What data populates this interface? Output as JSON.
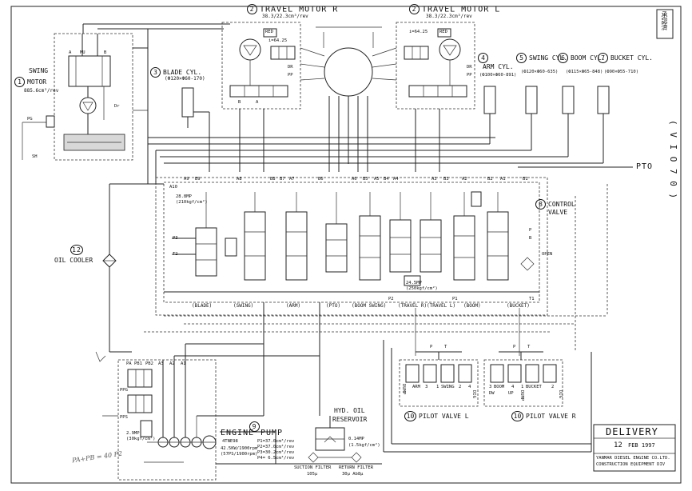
{
  "components": {
    "swing_motor": {
      "num": "1",
      "name_line1": "SWING",
      "name_line2": "MOTOR",
      "spec": "885.6cm³/rev",
      "ports": [
        "A",
        "MU",
        "B",
        "Dr",
        "PG",
        "SH"
      ]
    },
    "travel_motor_r": {
      "num": "2",
      "name": "TRAVEL MOTOR R",
      "spec": "38.3/22.3cm³/rev",
      "ratio": "i=64.25",
      "red": "RED",
      "ports": [
        "DR",
        "PP",
        "B",
        "A"
      ]
    },
    "travel_motor_l": {
      "num": "2",
      "name": "TRAVEL MOTOR L",
      "spec": "38.3/22.3cm³/rev",
      "ratio": "i=64.25",
      "red": "RED",
      "ports": [
        "DR",
        "PP"
      ]
    },
    "blade_cyl": {
      "num": "3",
      "name": "BLADE CYL.",
      "spec": "(Ф120×Ф60-170)"
    },
    "arm_cyl": {
      "num": "4",
      "name": "ARM CYL.",
      "spec": "(Ф100×Ф60-891)"
    },
    "swing_cyl": {
      "num": "5",
      "name": "SWING CYL.",
      "spec": "(Ф120×Ф60-635)"
    },
    "boom_cyl": {
      "num": "6",
      "name": "BOOM CYL.",
      "spec": "(Ф115×Ф65-848)"
    },
    "bucket_cyl": {
      "num": "7",
      "name": "BUCKET CYL.",
      "spec": "(Ф90×Ф55-710)"
    },
    "control_valve": {
      "num": "8",
      "name_line1": "CONTROL",
      "name_line2": "VALVE",
      "pressure_main": "28.8MP",
      "pressure_main2": "(210kgf/cm²)",
      "pressure_mid": "24.5MP",
      "pressure_mid2": "(250kgf/cm²)",
      "open": "OPEN",
      "port_top": [
        "A10",
        "A9",
        "B9",
        "A8",
        "B8",
        "B7",
        "A7",
        "B6",
        "A6",
        "B5",
        "A5",
        "B4",
        "A4",
        "A3",
        "B3",
        "A2",
        "B2",
        "A1",
        "B1"
      ],
      "port_left": [
        "P3",
        "T2"
      ],
      "port_right": [
        "P",
        "B"
      ],
      "port_bottom": [
        "P2",
        "P1",
        "T1"
      ]
    },
    "pump": {
      "num": "9",
      "name": "PUMP",
      "flows": [
        "P1=37.0cm³/rev",
        "P2=37.0cm³/rev",
        "P3=30.2cm³/rev",
        "P4= 6.5cm³/rev"
      ],
      "pressure": "2.9MP",
      "pressure2": "(30kgf/cm²)",
      "ports": [
        "PA",
        "PB1",
        "PB2",
        "A3",
        "A2",
        "A1",
        "PPG",
        "PPS"
      ]
    },
    "engine": {
      "label": "ENGINE",
      "model": "4TNE98",
      "power": "42.5KW/1900rpm",
      "power2": "(57PS/1900rpm)"
    },
    "pilot_valve_l": {
      "num": "10",
      "name": "PILOT VALVE L",
      "labels": [
        "ARM",
        "3",
        "1",
        "SWING",
        "2",
        "4"
      ],
      "side_left": "DUMP",
      "side_right": "DIG",
      "ports": [
        "P",
        "T"
      ]
    },
    "pilot_valve_r": {
      "num": "10",
      "name": "PILOT VALVE R",
      "labels": [
        "3",
        "BOOM",
        "4",
        "1",
        "BUCKET",
        "2"
      ],
      "side_left": "DUMP",
      "side_right": "DIG",
      "dw": "DW",
      "up": "UP",
      "ports": [
        "P",
        "T"
      ]
    },
    "reservoir": {
      "name_line1": "HYD. OIL",
      "name_line2": "RESERVOIR",
      "pressure": "0.14MP",
      "pressure2": "(1.5kgf/cm²)"
    },
    "oil_cooler": {
      "num": "12",
      "name": "OIL COOLER"
    },
    "suction_filter": {
      "name": "SUCTION FILTER",
      "spec": "105μ"
    },
    "return_filter": {
      "name": "RETURN FILTER",
      "spec": "30μ Ab8μ"
    },
    "pto": {
      "name": "PTO"
    }
  },
  "sections": [
    "(BLADE)",
    "(SWING)",
    "(ARM)",
    "(PTO)",
    "(BOOM SWING)",
    "(TRAVEL R)",
    "(TRAVEL L)",
    "(BOOM)",
    "(BUCKET)"
  ],
  "model_side": "( V I O 7 0 )",
  "delivery": {
    "title": "DELIVERY",
    "day": "12",
    "date": "FEB 1997",
    "company1": "YANMAR DIESEL ENGINE CO.LTD.",
    "company2": "CONSTRUCTION EQUIPMENT DIV"
  },
  "stamp": "承認済",
  "handwriting": "PA+PB = 40 P2"
}
